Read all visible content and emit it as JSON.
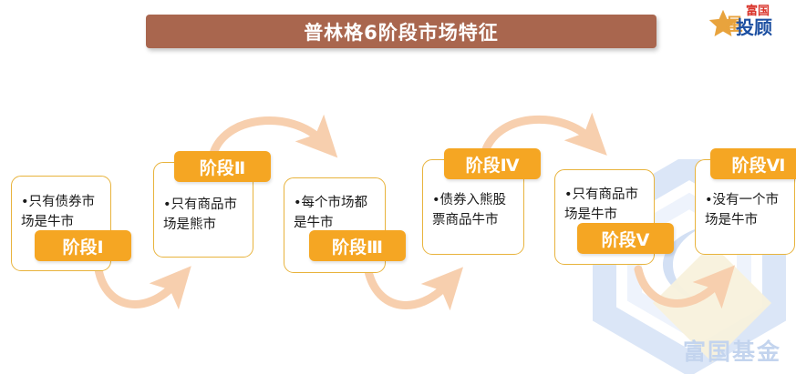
{
  "header": {
    "title": "普林格6阶段市场特征",
    "title_bg": "#a9664e",
    "title_color": "#ffffff"
  },
  "logo": {
    "name": "fuguo-touqu-logo",
    "star_glyph": "★",
    "star_char": "星",
    "top_text": "富国",
    "bottom_text": "投顾",
    "top_color": "#d9342b",
    "bottom_color": "#1c4fa1",
    "star_color": "#e8a33d"
  },
  "watermark": {
    "text": "富国基金",
    "color": "#c3d4ee",
    "accent": "#f6edd2"
  },
  "theme": {
    "label_bg": "#f5a623",
    "box_border": "#e8b33c",
    "arrow_color": "#f7cfae",
    "text_color": "#1a1a1a",
    "page_bg": "#ffffff"
  },
  "stages": [
    {
      "id": "stage-1",
      "label": "阶段Ⅰ",
      "text": "•只有债券市\n场是牛市",
      "label_position": "bottom"
    },
    {
      "id": "stage-2",
      "label": "阶段Ⅱ",
      "text": "•只有商品市\n场是熊市",
      "label_position": "top"
    },
    {
      "id": "stage-3",
      "label": "阶段Ⅲ",
      "text": "•每个市场都\n是牛市",
      "label_position": "bottom"
    },
    {
      "id": "stage-4",
      "label": "阶段Ⅳ",
      "text": "•债券入熊股\n票商品牛市",
      "label_position": "top"
    },
    {
      "id": "stage-5",
      "label": "阶段Ⅴ",
      "text": "•只有商品市\n场是牛市",
      "label_position": "bottom"
    },
    {
      "id": "stage-6",
      "label": "阶段Ⅵ",
      "text": "•没有一个市\n场是牛市",
      "label_position": "top"
    }
  ],
  "arrows": [
    {
      "id": "arrow-1-to-2",
      "direction": "down-arc",
      "from": "stage-1",
      "to": "stage-2"
    },
    {
      "id": "arrow-2-to-3",
      "direction": "up-arc",
      "from": "stage-2",
      "to": "stage-3"
    },
    {
      "id": "arrow-3-to-4",
      "direction": "down-arc",
      "from": "stage-3",
      "to": "stage-4"
    },
    {
      "id": "arrow-4-to-5",
      "direction": "up-arc",
      "from": "stage-4",
      "to": "stage-5"
    },
    {
      "id": "arrow-5-to-6",
      "direction": "down-arc",
      "from": "stage-5",
      "to": "stage-6"
    }
  ]
}
